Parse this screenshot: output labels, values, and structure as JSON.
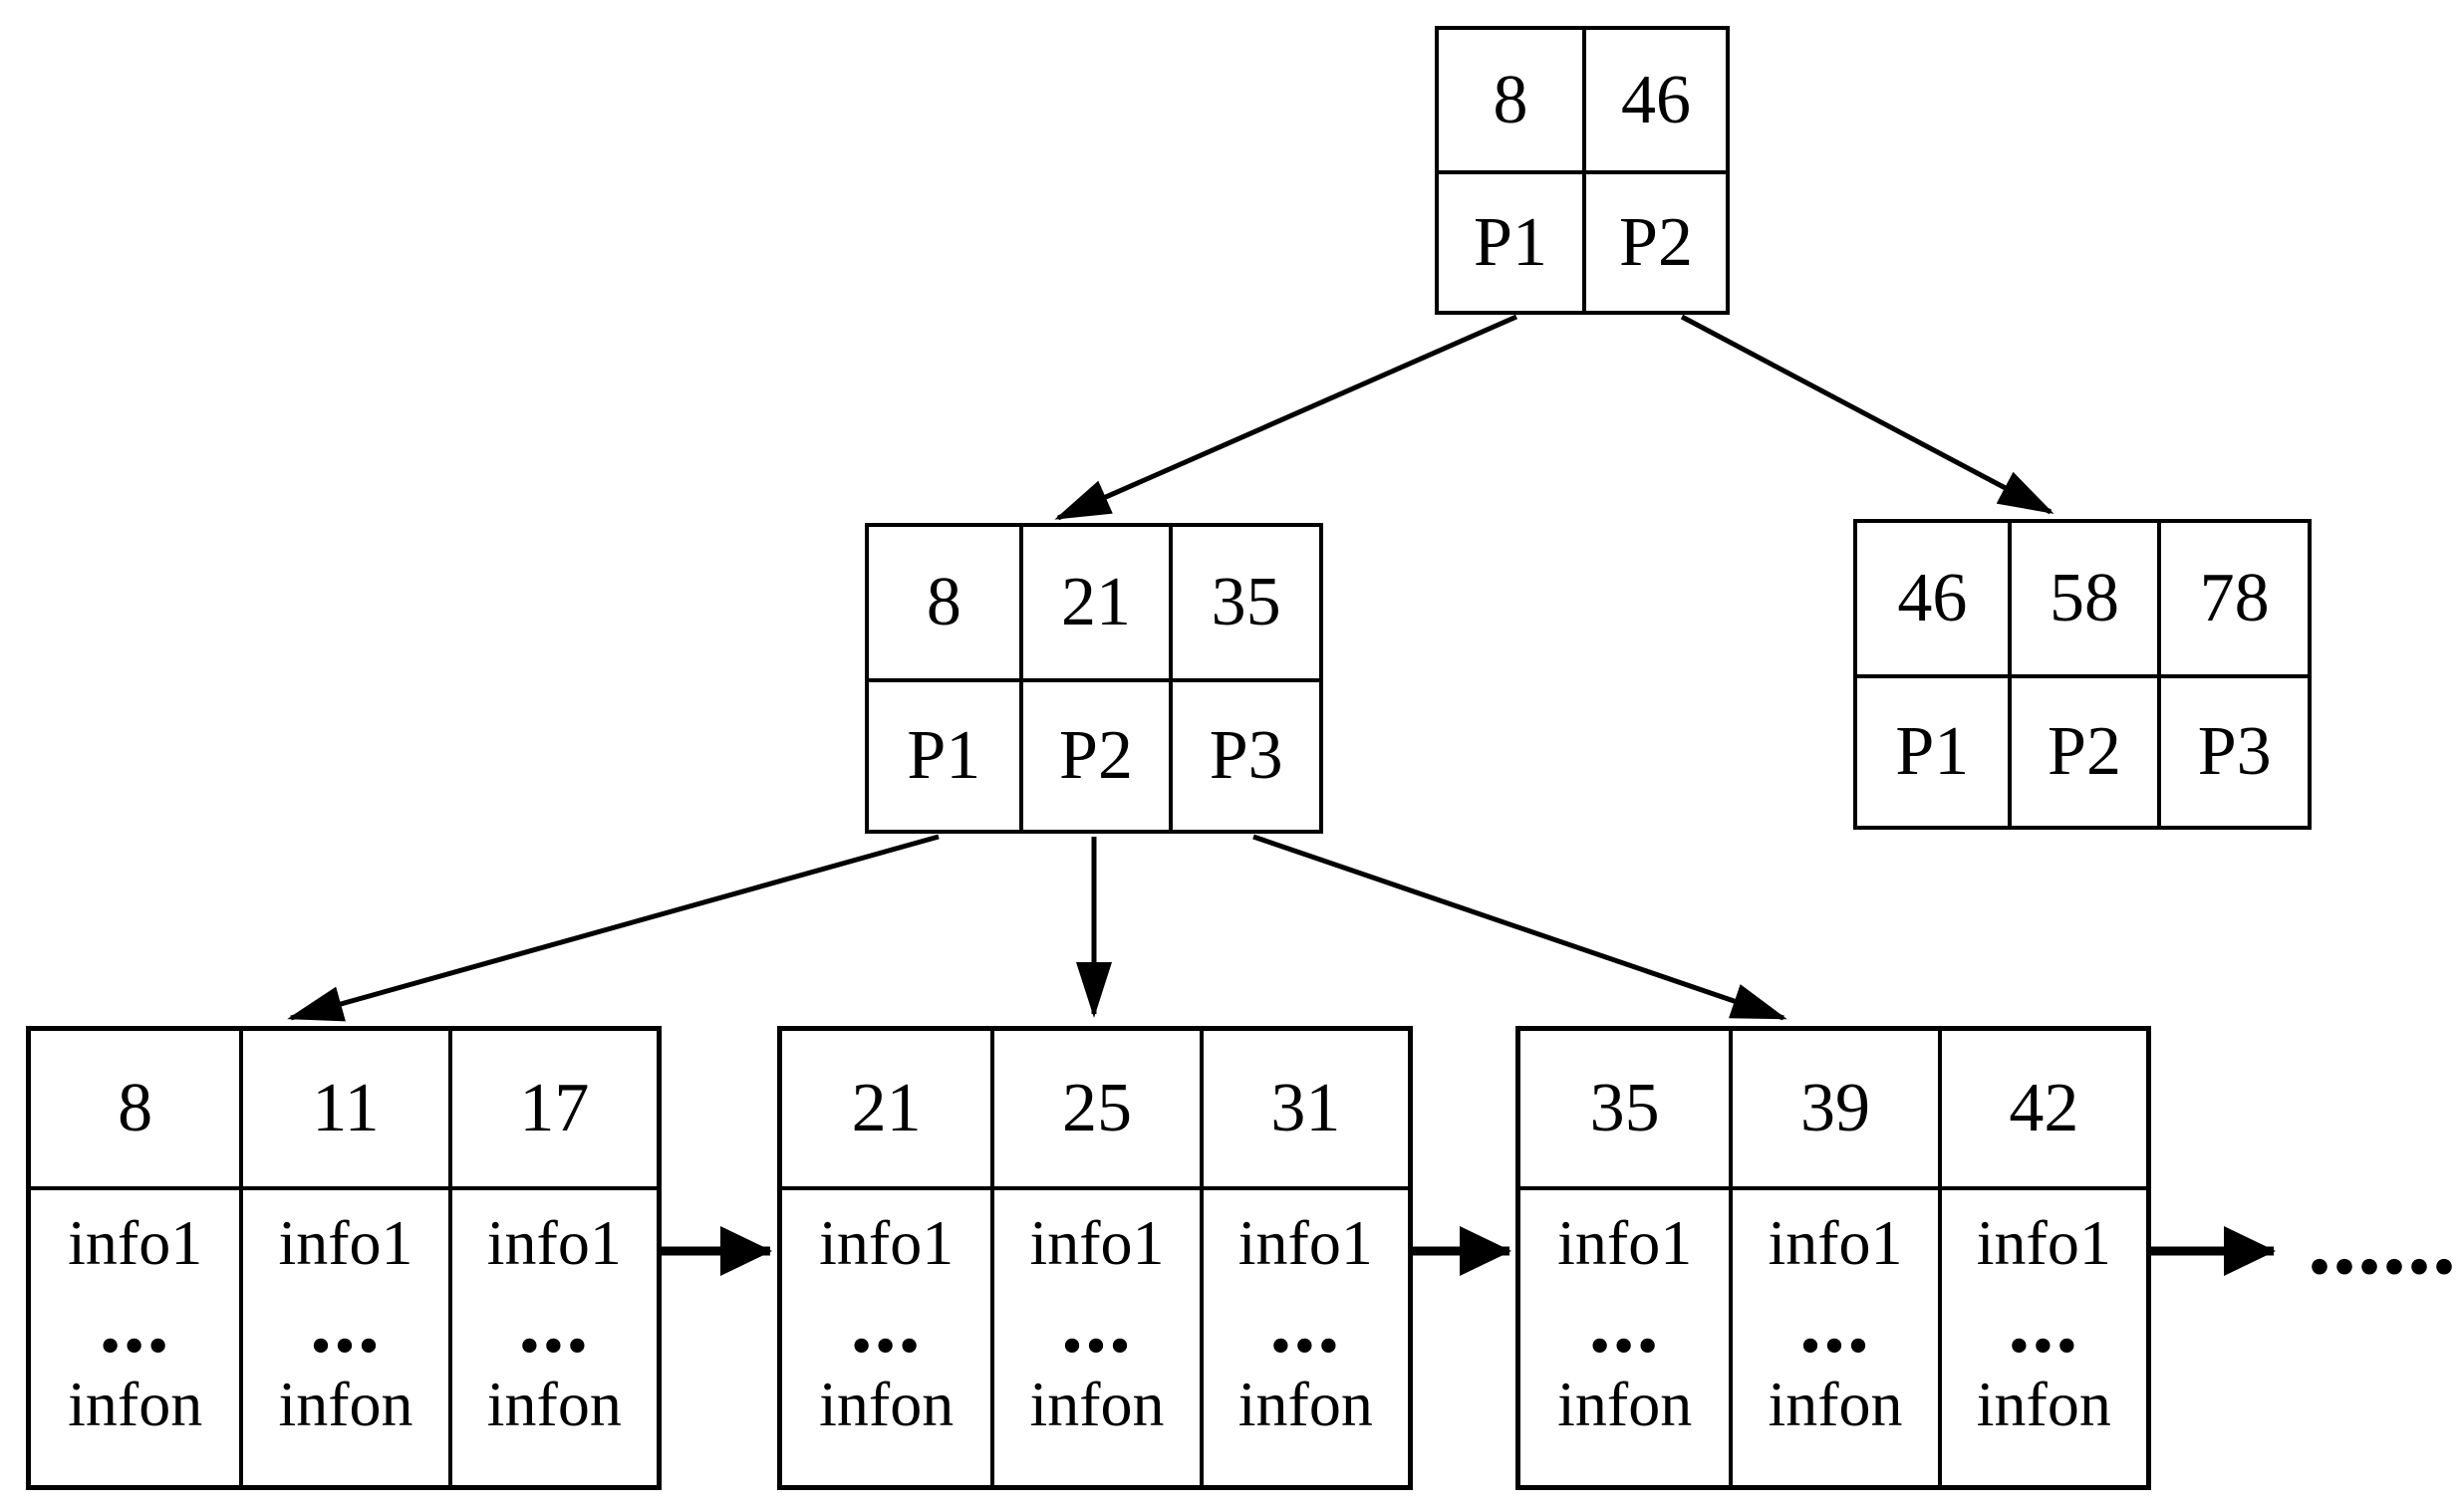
{
  "diagram": {
    "root": {
      "keys": [
        "8",
        "46"
      ],
      "pointers": [
        "P1",
        "P2"
      ]
    },
    "internal_left": {
      "keys": [
        "8",
        "21",
        "35"
      ],
      "pointers": [
        "P1",
        "P2",
        "P3"
      ]
    },
    "internal_right": {
      "keys": [
        "46",
        "58",
        "78"
      ],
      "pointers": [
        "P1",
        "P2",
        "P3"
      ]
    },
    "leaves": [
      {
        "columns": [
          {
            "key": "8",
            "lines": [
              "info1",
              "...",
              "infon"
            ]
          },
          {
            "key": "11",
            "lines": [
              "info1",
              "...",
              "infon"
            ]
          },
          {
            "key": "17",
            "lines": [
              "info1",
              "...",
              "infon"
            ]
          }
        ]
      },
      {
        "columns": [
          {
            "key": "21",
            "lines": [
              "info1",
              "...",
              "infon"
            ]
          },
          {
            "key": "25",
            "lines": [
              "info1",
              "...",
              "infon"
            ]
          },
          {
            "key": "31",
            "lines": [
              "info1",
              "...",
              "infon"
            ]
          }
        ]
      },
      {
        "columns": [
          {
            "key": "35",
            "lines": [
              "info1",
              "...",
              "infon"
            ]
          },
          {
            "key": "39",
            "lines": [
              "info1",
              "...",
              "infon"
            ]
          },
          {
            "key": "42",
            "lines": [
              "info1",
              "...",
              "infon"
            ]
          }
        ]
      }
    ],
    "continuation_dots": "......",
    "colors": {
      "line": "#000000",
      "background": "#ffffff"
    }
  }
}
